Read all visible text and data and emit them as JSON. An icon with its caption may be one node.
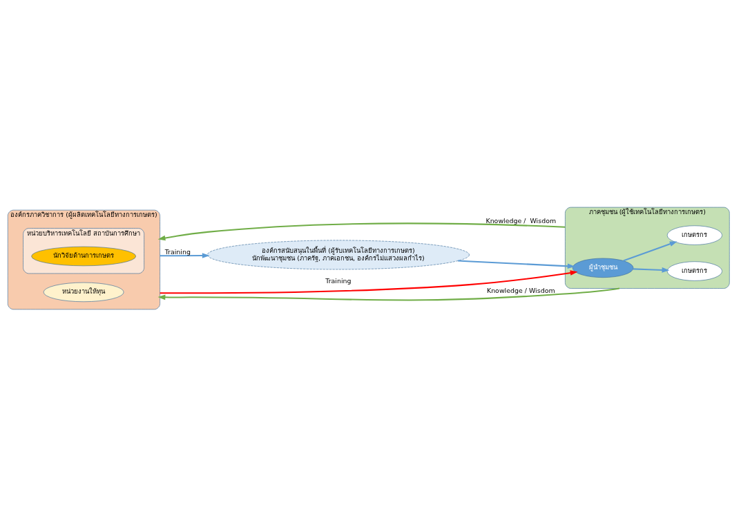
{
  "diagram": {
    "nodes": [
      {
        "text": [
          "องค์กรภาควิชาการ (ผู้ผลิตเทคโนโลยีทางการเกษตร)"
        ]
      },
      {
        "text": [
          "หน่วยบริหารเทคโนโลยี สถาบันการศึกษา"
        ],
        "in": 0
      },
      {
        "text": [
          "นักวิจัยด้านการเกษตร"
        ],
        "in": 1
      },
      {
        "text": [
          "หน่วยงานให้ทุน"
        ],
        "in": 0
      },
      {
        "text": [
          "องค์กรสนับสนุนในพื้นที่ (ผู้รับเทคโนโลยีทางการเกษตร)",
          "นักพัฒนาชุมชน (ภาครัฐ, ภาคเอกชน, องค์กรไม่แสวงผลกำไร)"
        ]
      },
      {
        "text": [
          "ภาคชุมชน (ผู้ใช้เทคโนโลยีทางการเกษตร)"
        ]
      },
      {
        "text": [
          "ผู้นำชุมชน"
        ],
        "in": 5
      },
      {
        "text": [
          "เกษตรกร"
        ],
        "in": 5
      },
      {
        "text": [
          "เกษตรกร"
        ],
        "in": 5
      }
    ],
    "edges": [
      {
        "from": 5,
        "to": 0,
        "arrow": "to",
        "label": "Knowledge /  Wisdom",
        "color": "#70ad47"
      },
      {
        "from": 0,
        "to": 4,
        "arrow": "to",
        "label": "Training"
      },
      {
        "from": 4,
        "to": 6,
        "arrow": "to"
      },
      {
        "from": 6,
        "to": 8,
        "arrow": "to"
      },
      {
        "from": 6,
        "to": 7,
        "arrow": "to"
      },
      {
        "from": 0,
        "to": 6,
        "arrow": "to",
        "label": "Training",
        "color": "#ff0000"
      },
      {
        "from": 5,
        "to": 0,
        "arrow": "to",
        "label": "Knowledge / Wisdom",
        "color": "#70ad47"
      }
    ]
  }
}
